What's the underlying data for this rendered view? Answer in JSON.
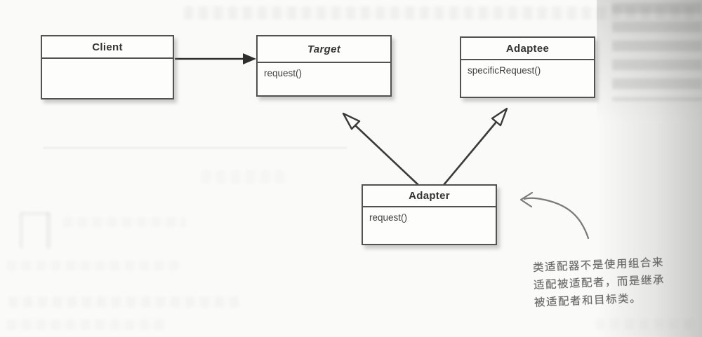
{
  "diagram": {
    "classes": [
      {
        "id": "client",
        "name": "Client",
        "name_style": "bold",
        "methods": []
      },
      {
        "id": "target",
        "name": "Target",
        "name_style": "bold-italic",
        "methods": [
          "request()"
        ]
      },
      {
        "id": "adaptee",
        "name": "Adaptee",
        "name_style": "bold",
        "methods": [
          "specificRequest()"
        ]
      },
      {
        "id": "adapter",
        "name": "Adapter",
        "name_style": "bold",
        "methods": [
          "request()"
        ]
      }
    ],
    "relationships": [
      {
        "from": "client",
        "to": "target",
        "type": "association-arrow"
      },
      {
        "from": "adapter",
        "to": "target",
        "type": "generalization"
      },
      {
        "from": "adapter",
        "to": "adaptee",
        "type": "generalization"
      }
    ],
    "annotation": {
      "lines": [
        "类适配器不是使用组合来",
        "适配被适配者，而是继承",
        "被适配者和目标类。"
      ],
      "points_to": "Adapter"
    }
  },
  "colors": {
    "paper": "#fafaf8",
    "box_fill": "#fdfdfc",
    "line_ink": "#2f2f2f",
    "box_border": "#3a3a3a",
    "annotation_ink": "#6a6a6a",
    "edge_shadow": "#9c9c9c"
  }
}
